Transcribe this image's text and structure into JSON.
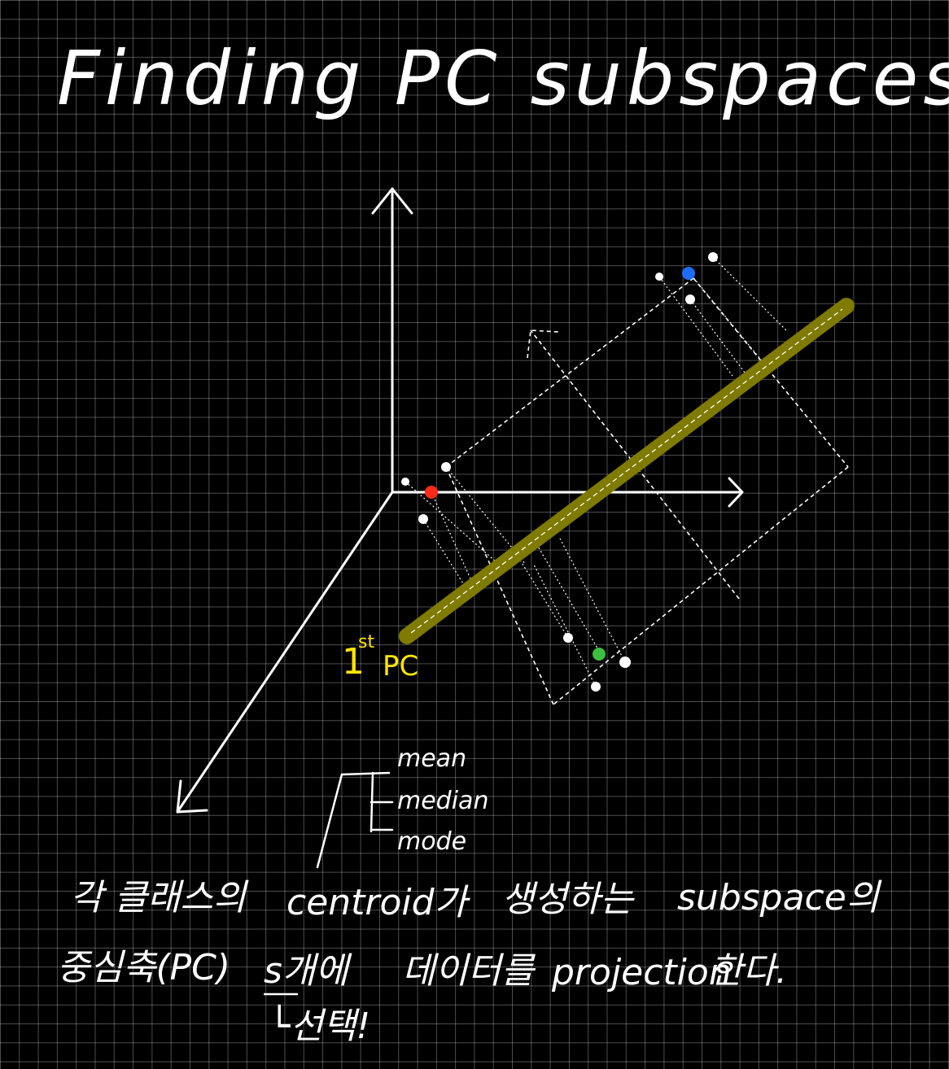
{
  "title": "Finding PC subspaces",
  "pc_label": {
    "ordinal": "1",
    "suffix": "st",
    "text": "PC"
  },
  "centroid_options": [
    "mean",
    "median",
    "mode"
  ],
  "note": {
    "line1_prefix": "각 클래스의",
    "line1_term": "centroid가",
    "line1_mid": "생성하는",
    "line1_term2": "subspace의",
    "line2_prefix": "중심축(PC)",
    "line2_count": "s개에",
    "line2_mid": "데이터를",
    "line2_term": "projection",
    "line2_end": "한다.",
    "line3": "└선택!"
  },
  "colors": {
    "background": "#000000",
    "ink": "#ffffff",
    "pc_axis": "#7f7a00",
    "pc_label": "#ffe600",
    "class_red": "#ff2a1a",
    "class_blue": "#1e6cff",
    "class_green": "#3fbf3f"
  }
}
